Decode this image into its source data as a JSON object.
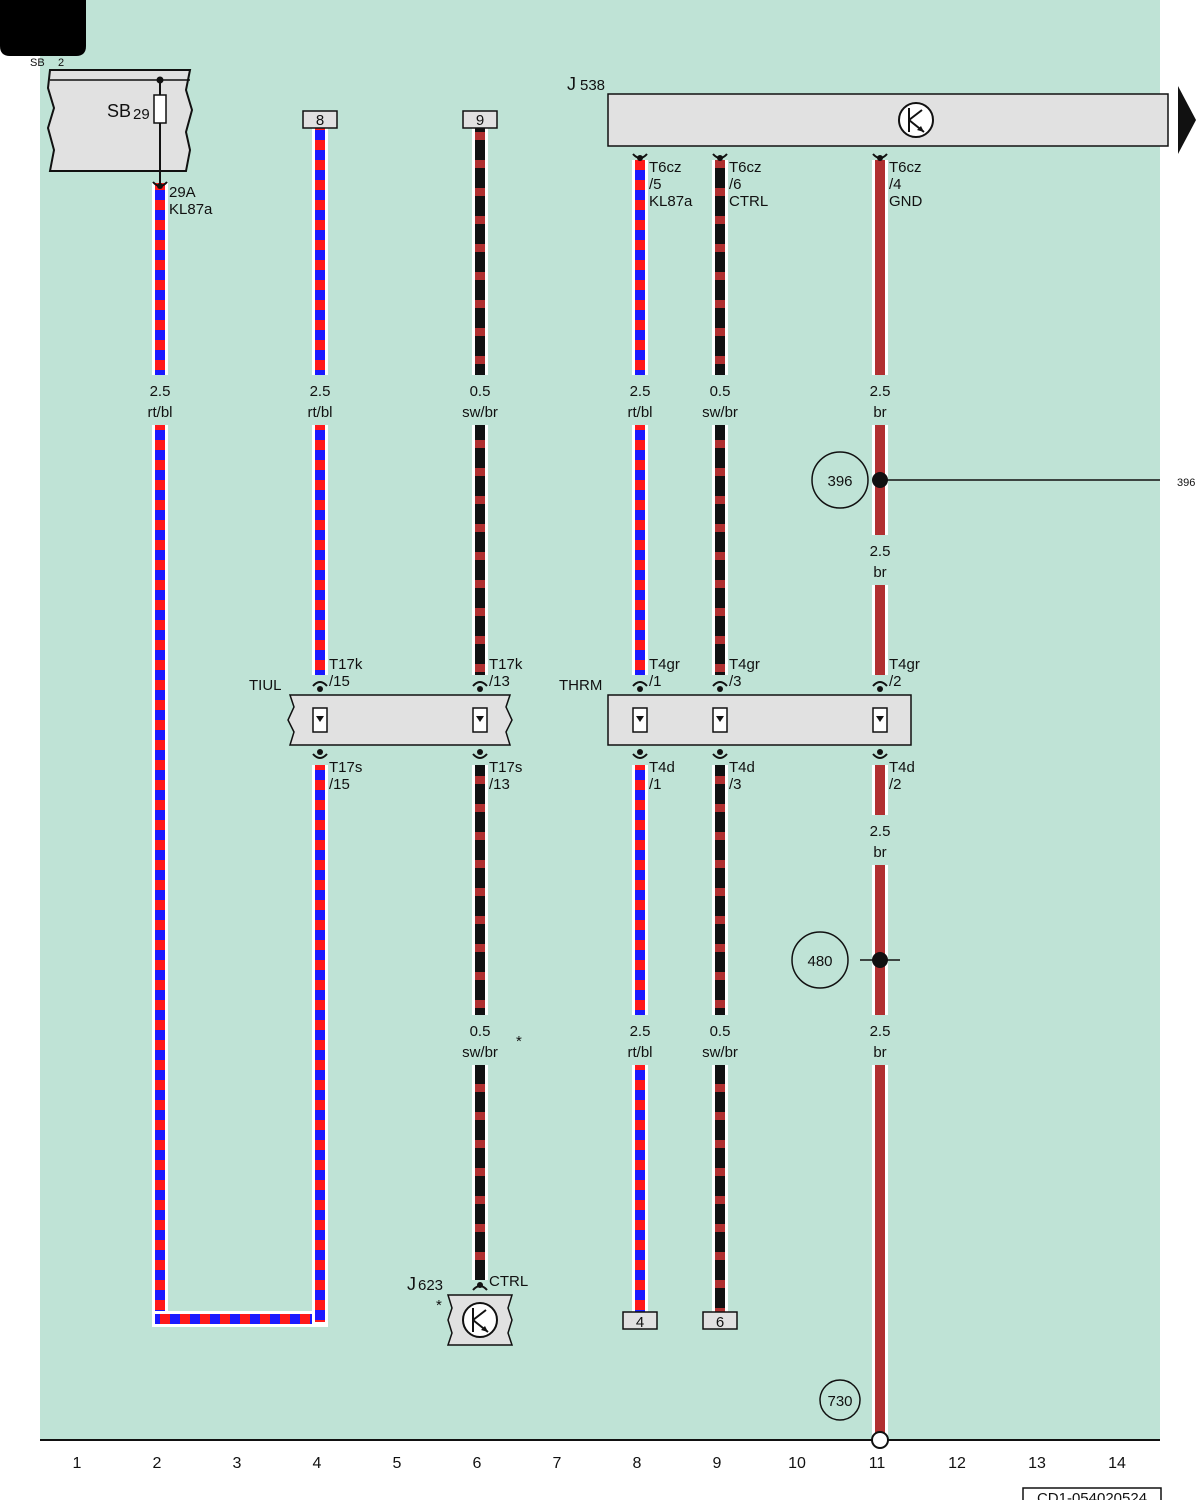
{
  "colors": {
    "background": "#bfe3d6",
    "module_fill": "#e1e1e1",
    "red": "#ff1a1a",
    "blue": "#1a1aff",
    "black": "#111111",
    "brown": "#b03030"
  },
  "header": {
    "tab": "SB",
    "tab_suffix": "2"
  },
  "fuse": {
    "label": "SB",
    "number": "29",
    "pin": "29A",
    "signal": "KL87a"
  },
  "module_j538": {
    "label": "J",
    "number": "538"
  },
  "module_j623": {
    "label": "J",
    "number": "623",
    "pin": "CTRL",
    "note": "*"
  },
  "plug_tiul": {
    "label": "TIUL"
  },
  "plug_thrm": {
    "label": "THRM"
  },
  "terminals": {
    "t8": "8",
    "t9": "9",
    "b4": "4",
    "b6": "6"
  },
  "pins": {
    "j538_5": [
      "T6cz",
      "/5",
      "KL87a"
    ],
    "j538_6": [
      "T6cz",
      "/6",
      "CTRL"
    ],
    "j538_4": [
      "T6cz",
      "/4",
      "GND"
    ],
    "tiul_in_15": [
      "T17k",
      "/15"
    ],
    "tiul_in_13": [
      "T17k",
      "/13"
    ],
    "tiul_out_15": [
      "T17s",
      "/15"
    ],
    "tiul_out_13": [
      "T17s",
      "/13"
    ],
    "thrm_in_1": [
      "T4gr",
      "/1"
    ],
    "thrm_in_3": [
      "T4gr",
      "/3"
    ],
    "thrm_in_2": [
      "T4gr",
      "/2"
    ],
    "thrm_out_1": [
      "T4d",
      "/1"
    ],
    "thrm_out_3": [
      "T4d",
      "/3"
    ],
    "thrm_out_2": [
      "T4d",
      "/2"
    ]
  },
  "wire_labels": {
    "c2": [
      "2.5",
      "rt/bl"
    ],
    "c4": [
      "2.5",
      "rt/bl"
    ],
    "c6_top": [
      "0.5",
      "sw/br"
    ],
    "c8_top": [
      "2.5",
      "rt/bl"
    ],
    "c9_top": [
      "0.5",
      "sw/br"
    ],
    "c11_a": [
      "2.5",
      "br"
    ],
    "c11_b": [
      "2.5",
      "br"
    ],
    "c11_c": [
      "2.5",
      "br"
    ],
    "c6_bot": [
      "0.5",
      "sw/br"
    ],
    "c8_bot": [
      "2.5",
      "rt/bl"
    ],
    "c9_bot": [
      "0.5",
      "sw/br"
    ],
    "c11_d": [
      "2.5",
      "br"
    ]
  },
  "star_note": "*",
  "refs": {
    "r396": "396",
    "r396_edge": "396",
    "r480": "480",
    "r730": "730"
  },
  "column_numbers": [
    "1",
    "2",
    "3",
    "4",
    "5",
    "6",
    "7",
    "8",
    "9",
    "10",
    "11",
    "12",
    "13",
    "14"
  ],
  "drawing_number": "CD1-054020524"
}
